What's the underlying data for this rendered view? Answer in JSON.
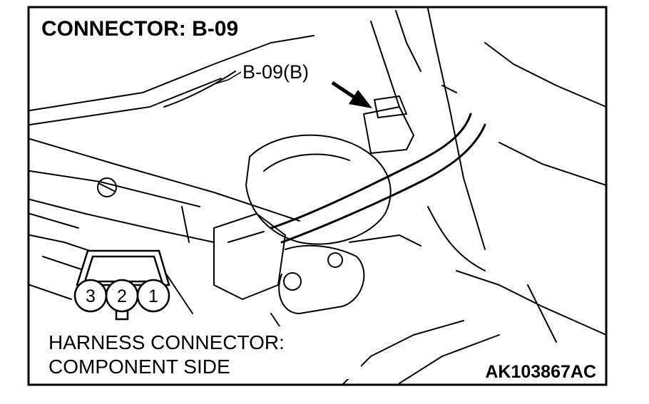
{
  "title": "CONNECTOR: B-09",
  "callout": "B-09(B)",
  "harness_line1": "HARNESS CONNECTOR:",
  "harness_line2": "COMPONENT SIDE",
  "figure_code": "AK103867AC",
  "pins": [
    "3",
    "2",
    "1"
  ]
}
